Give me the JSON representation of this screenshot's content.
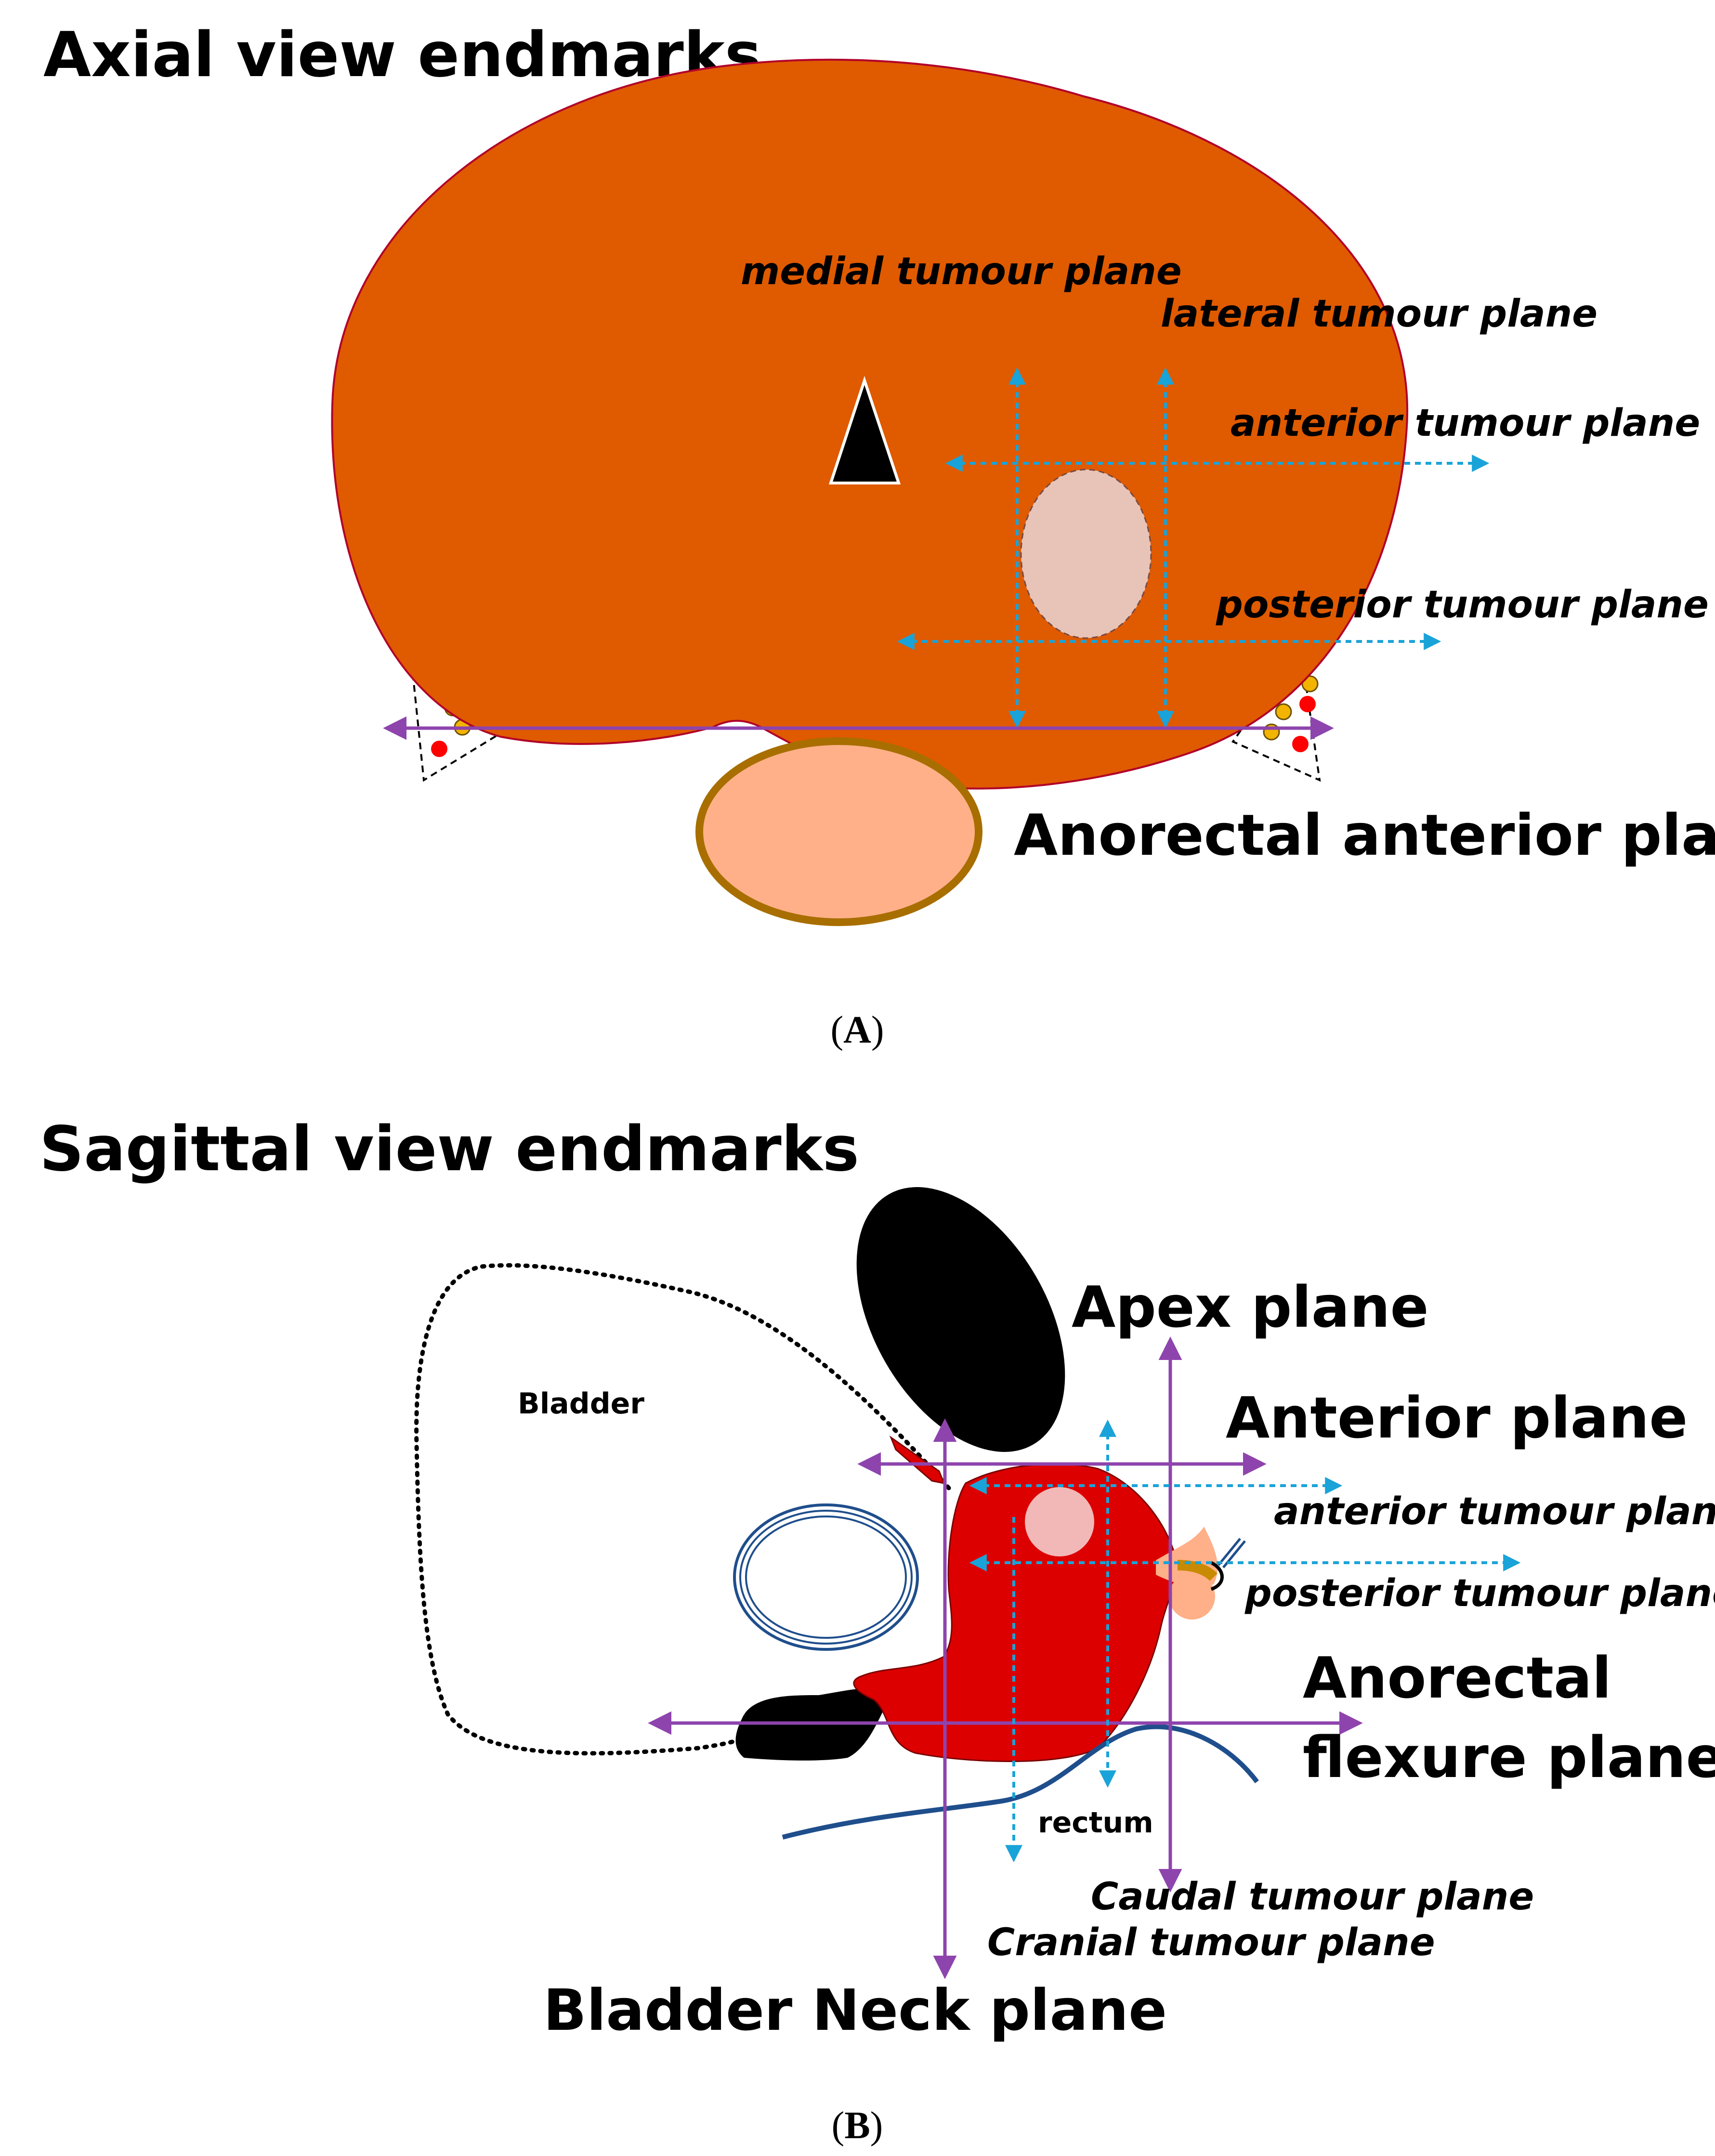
{
  "panel_a": {
    "heading": "Axial view endmarks",
    "labels": {
      "medial": "medial tumour plane",
      "lateral": "lateral tumour plane",
      "anterior": "anterior tumour plane",
      "posterior": "posterior tumour plane",
      "anorectal": "Anorectal anterior plane"
    },
    "caption_open": "(",
    "caption_letter": "A",
    "caption_close": ")"
  },
  "panel_b": {
    "heading": "Sagittal view  endmarks",
    "labels": {
      "apex": "Apex plane",
      "anterior": "Anterior plane",
      "anterior_tumour": "anterior tumour plane",
      "posterior_tumour": "posterior tumour plane",
      "anorectal_1": "Anorectal",
      "anorectal_2": "flexure plane",
      "bladder": "Bladder",
      "rectum": "rectum",
      "caudal": "Caudal tumour plane",
      "cranial": "Cranial tumour plane",
      "bladder_neck": "Bladder Neck plane"
    },
    "caption_open": "(",
    "caption_letter": "B",
    "caption_close": ")"
  },
  "colors": {
    "prostate_axial": "#E05A00",
    "prostate_sagittal": "#DD0000",
    "plane_purple": "#8E44AD",
    "tumour_plane_blue": "#1AA3D8",
    "tumour": "#E8C4B8",
    "rectum_fill": "#FFB088",
    "rectum_ring": "#A86E00",
    "rectum_line": "#1F4E8C"
  }
}
